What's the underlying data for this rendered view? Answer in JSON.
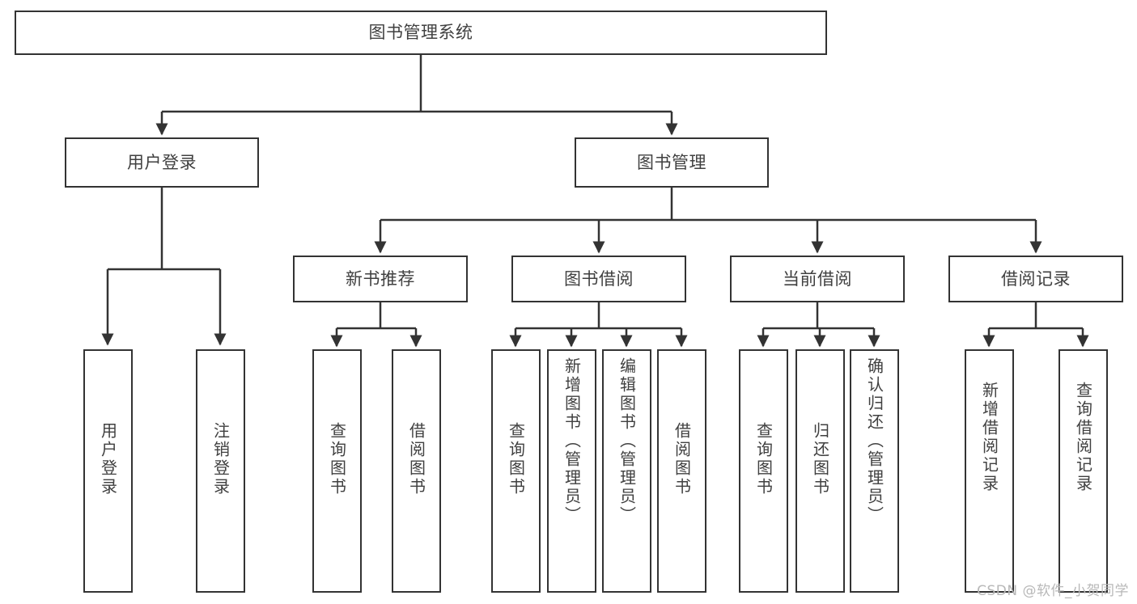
{
  "diagram": {
    "title": "图书管理系统",
    "type": "tree-hierarchy",
    "watermark": "CSDN @软件_小贺同学",
    "colors": {
      "stroke": "#333333",
      "fill": "#ffffff",
      "text": "#404040",
      "watermark": "#b8b8b8"
    },
    "nodes": {
      "root": {
        "label": "图书管理系统"
      },
      "level2": [
        {
          "id": "user-login",
          "label": "用户登录"
        },
        {
          "id": "book-manage",
          "label": "图书管理"
        }
      ],
      "level3": [
        {
          "id": "new-book-recommend",
          "label": "新书推荐"
        },
        {
          "id": "book-borrow",
          "label": "图书借阅"
        },
        {
          "id": "current-borrow",
          "label": "当前借阅"
        },
        {
          "id": "borrow-record",
          "label": "借阅记录"
        }
      ],
      "leaves": [
        {
          "id": "leaf-user-login",
          "label": "用户登录",
          "parent": "user-login"
        },
        {
          "id": "leaf-logout-login",
          "label": "注销登录",
          "parent": "user-login"
        },
        {
          "id": "leaf-query-book-1",
          "label": "查询图书",
          "parent": "new-book-recommend"
        },
        {
          "id": "leaf-borrow-book-1",
          "label": "借阅图书",
          "parent": "new-book-recommend"
        },
        {
          "id": "leaf-query-book-2",
          "label": "查询图书",
          "parent": "book-borrow"
        },
        {
          "id": "leaf-add-book",
          "label": "新增图书（管理员）",
          "parent": "book-borrow"
        },
        {
          "id": "leaf-edit-book",
          "label": "编辑图书（管理员）",
          "parent": "book-borrow"
        },
        {
          "id": "leaf-borrow-book-2",
          "label": "借阅图书",
          "parent": "book-borrow"
        },
        {
          "id": "leaf-query-book-3",
          "label": "查询图书",
          "parent": "current-borrow"
        },
        {
          "id": "leaf-return-book",
          "label": "归还图书",
          "parent": "current-borrow"
        },
        {
          "id": "leaf-confirm-return",
          "label": "确认归还（管理员）",
          "parent": "current-borrow"
        },
        {
          "id": "leaf-add-record",
          "label": "新增借阅记录",
          "parent": "borrow-record"
        },
        {
          "id": "leaf-query-record",
          "label": "查询借阅记录",
          "parent": "borrow-record"
        }
      ]
    }
  }
}
